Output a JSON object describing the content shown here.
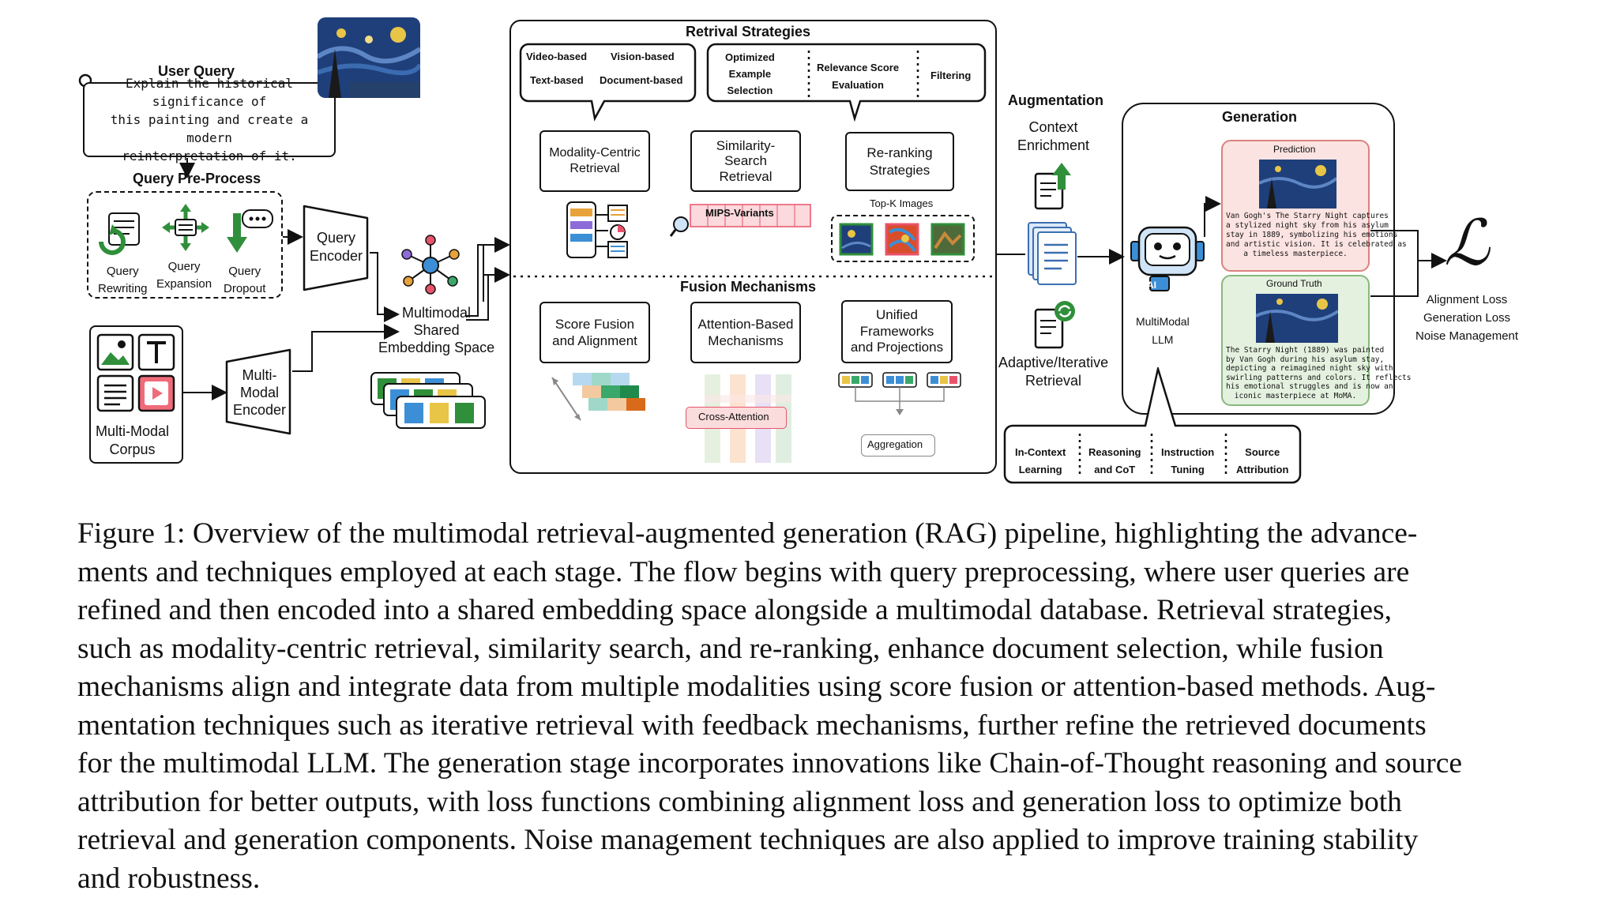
{
  "user_query": {
    "title": "User Query",
    "text_lines": [
      "Explain the historical significance of",
      "this painting and create a modern",
      "reinterpretation of it."
    ]
  },
  "query_preprocess": {
    "title": "Query Pre-Process",
    "items": [
      {
        "line1": "Query",
        "line2": "Rewriting"
      },
      {
        "line1": "Query",
        "line2": "Expansion"
      },
      {
        "line1": "Query",
        "line2": "Dropout"
      }
    ]
  },
  "query_encoder": {
    "line1": "Query",
    "line2": "Encoder"
  },
  "corpus": {
    "line1": "Multi-Modal",
    "line2": "Corpus"
  },
  "mm_encoder": {
    "line1": "Multi-",
    "line2": "Modal",
    "line3": "Encoder"
  },
  "embedding_space": {
    "line1": "Multimodal",
    "line2": "Shared",
    "line3": "Embedding Space"
  },
  "retrieval": {
    "title": "Retrival Strategies",
    "modalities": [
      "Video-based",
      "Vision-based",
      "Text-based",
      "Document-based"
    ],
    "selection": {
      "optimized": [
        "Optimized",
        "Example",
        "Selection"
      ],
      "relevance": [
        "Relevance Score",
        "Evaluation"
      ],
      "filtering": "Filtering"
    },
    "boxes": [
      {
        "line1": "Modality-Centric",
        "line2": "Retrieval"
      },
      {
        "line1": "Similarity-",
        "line2": "Search",
        "line3": "Retrieval"
      },
      {
        "line1": "Re-ranking",
        "line2": "Strategies"
      }
    ],
    "mips_label": "MIPS-Variants",
    "topk_label": "Top-K Images"
  },
  "fusion": {
    "title": "Fusion Mechanisms",
    "boxes": [
      {
        "line1": "Score Fusion",
        "line2": "and Alignment"
      },
      {
        "line1": "Attention-Based",
        "line2": "Mechanisms"
      },
      {
        "line1": "Unified",
        "line2": "Frameworks",
        "line3": "and Projections"
      }
    ],
    "cross_attention": "Cross-Attention",
    "aggregation": "Aggregation"
  },
  "augmentation": {
    "title": "Augmentation",
    "context": {
      "line1": "Context",
      "line2": "Enrichment"
    },
    "adaptive": {
      "line1": "Adaptive/Iterative",
      "line2": "Retrieval"
    }
  },
  "generation": {
    "title": "Generation",
    "llm_label": {
      "line1": "MultiModal",
      "line2": "LLM"
    },
    "ai_badge": "AI",
    "prediction": {
      "title": "Prediction",
      "text_lines": [
        "Van Gogh's The Starry Night captures",
        "a stylized night sky from his asylum",
        "stay in 1889, symbolizing his emotions",
        "and artistic vision. It is celebrated as",
        "a timeless masterpiece."
      ]
    },
    "ground_truth": {
      "title": "Ground Truth",
      "text_lines": [
        "The Starry Night (1889) was painted",
        "by Van Gogh during his asylum stay,",
        "depicting a reimagined night sky with",
        "swirling patterns and colors. It reflects",
        "his emotional struggles and is now an",
        "iconic masterpiece at MoMA."
      ]
    },
    "techniques": [
      {
        "line1": "In-Context",
        "line2": "Learning"
      },
      {
        "line1": "Reasoning",
        "line2": "and CoT"
      },
      {
        "line1": "Instruction",
        "line2": "Tuning"
      },
      {
        "line1": "Source",
        "line2": "Attribution"
      }
    ]
  },
  "loss": {
    "symbol": "ℒ",
    "lines": [
      "Alignment Loss",
      "Generation Loss",
      "Noise Management"
    ]
  },
  "caption": {
    "lines": [
      "Figure 1: Overview of the multimodal retrieval-augmented generation (RAG) pipeline, highlighting the advance-",
      "ments and techniques employed at each stage. The flow begins with query preprocessing, where user queries are",
      "refined and then encoded into a shared embedding space alongside a multimodal database. Retrieval strategies,",
      "such as modality-centric retrieval, similarity search, and re-ranking, enhance document selection, while fusion",
      "mechanisms align and integrate data from multiple modalities using score fusion or attention-based methods. Aug-",
      "mentation techniques such as iterative retrieval with feedback mechanisms, further refine the retrieved documents",
      "for the multimodal LLM. The generation stage incorporates innovations like Chain-of-Thought reasoning and source",
      "attribution for better outputs, with loss functions combining alignment loss and generation loss to optimize both",
      "retrieval and generation components. Noise management techniques are also applied to improve training stability",
      "and robustness."
    ]
  },
  "colors": {
    "prediction_bg": "#fbe3e1",
    "prediction_border": "#d9837d",
    "ground_truth_bg": "#e4f1df",
    "ground_truth_border": "#86b97c",
    "arrow_green": "#2f8f3a",
    "night_blue": "#1f3f7a",
    "night_yellow": "#e8c547"
  }
}
